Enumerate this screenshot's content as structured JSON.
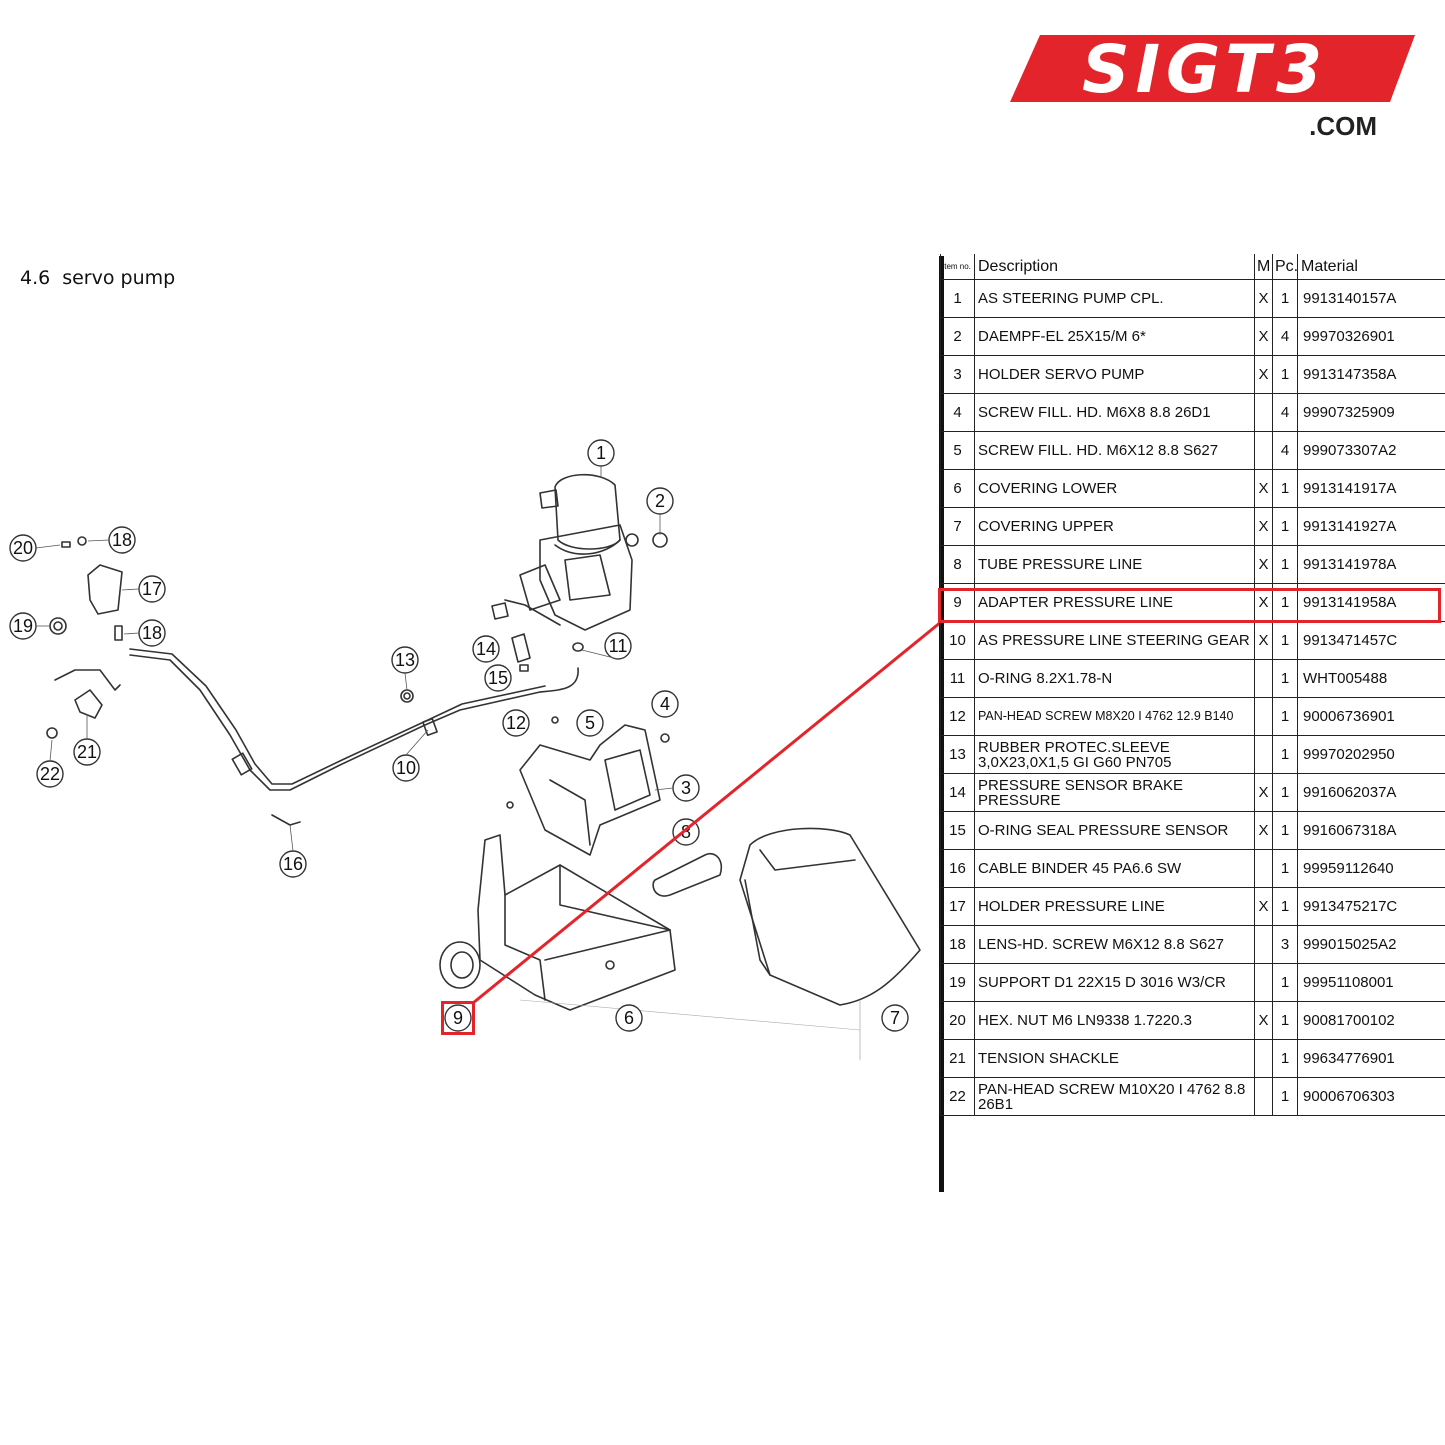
{
  "logo": {
    "text": "SIGT3",
    "suffix": ".COM",
    "color": "#e3252b"
  },
  "section": {
    "number": "4.6",
    "title": "servo pump"
  },
  "table": {
    "headers": {
      "item": "Item no.",
      "description": "Description",
      "m": "M",
      "pc": "Pc.",
      "material": "Material"
    },
    "rows": [
      {
        "item": "1",
        "description": "AS STEERING PUMP CPL.",
        "m": "X",
        "pc": "1",
        "material": "9913140157A"
      },
      {
        "item": "2",
        "description": "DAEMPF-EL 25X15/M 6*",
        "m": "X",
        "pc": "4",
        "material": "99970326901"
      },
      {
        "item": "3",
        "description": "HOLDER SERVO PUMP",
        "m": "X",
        "pc": "1",
        "material": "9913147358A"
      },
      {
        "item": "4",
        "description": "SCREW FILL. HD. M6X8 8.8 26D1",
        "m": "",
        "pc": "4",
        "material": "99907325909"
      },
      {
        "item": "5",
        "description": "SCREW FILL. HD. M6X12 8.8 S627",
        "m": "",
        "pc": "4",
        "material": "999073307A2"
      },
      {
        "item": "6",
        "description": "COVERING LOWER",
        "m": "X",
        "pc": "1",
        "material": "9913141917A"
      },
      {
        "item": "7",
        "description": "COVERING UPPER",
        "m": "X",
        "pc": "1",
        "material": "9913141927A"
      },
      {
        "item": "8",
        "description": "TUBE PRESSURE LINE",
        "m": "X",
        "pc": "1",
        "material": "9913141978A"
      },
      {
        "item": "9",
        "description": "ADAPTER PRESSURE LINE",
        "m": "X",
        "pc": "1",
        "material": "9913141958A"
      },
      {
        "item": "10",
        "description": "AS PRESSURE LINE STEERING GEAR",
        "m": "X",
        "pc": "1",
        "material": "9913471457C"
      },
      {
        "item": "11",
        "description": "O-RING 8.2X1.78-N",
        "m": "",
        "pc": "1",
        "material": "WHT005488"
      },
      {
        "item": "12",
        "description": "PAN-HEAD SCREW M8X20 I 4762 12.9 B140",
        "m": "",
        "pc": "1",
        "material": "90006736901"
      },
      {
        "item": "13",
        "description": "RUBBER PROTEC.SLEEVE 3,0X23,0X1,5 GI G60 PN705",
        "m": "",
        "pc": "1",
        "material": "99970202950"
      },
      {
        "item": "14",
        "description": "PRESSURE SENSOR BRAKE PRESSURE",
        "m": "X",
        "pc": "1",
        "material": "9916062037A"
      },
      {
        "item": "15",
        "description": "O-RING SEAL PRESSURE SENSOR",
        "m": "X",
        "pc": "1",
        "material": "9916067318A"
      },
      {
        "item": "16",
        "description": "CABLE BINDER 45 PA6.6 SW",
        "m": "",
        "pc": "1",
        "material": "99959112640"
      },
      {
        "item": "17",
        "description": "HOLDER PRESSURE LINE",
        "m": "X",
        "pc": "1",
        "material": "9913475217C"
      },
      {
        "item": "18",
        "description": "LENS-HD. SCREW M6X12 8.8 S627",
        "m": "",
        "pc": "3",
        "material": "999015025A2"
      },
      {
        "item": "19",
        "description": "SUPPORT D1 22X15 D 3016 W3/CR",
        "m": "",
        "pc": "1",
        "material": "99951108001"
      },
      {
        "item": "20",
        "description": "HEX. NUT M6 LN9338 1.7220.3",
        "m": "X",
        "pc": "1",
        "material": "90081700102"
      },
      {
        "item": "21",
        "description": "TENSION SHACKLE",
        "m": "",
        "pc": "1",
        "material": "99634776901"
      },
      {
        "item": "22",
        "description": "PAN-HEAD SCREW M10X20 I 4762 8.8 26B1",
        "m": "",
        "pc": "1",
        "material": "90006706303"
      }
    ]
  },
  "highlight": {
    "item": "9",
    "color": "#e3252b"
  },
  "callouts": [
    "1",
    "2",
    "3",
    "4",
    "5",
    "6",
    "7",
    "8",
    "9",
    "10",
    "11",
    "12",
    "13",
    "14",
    "15",
    "16",
    "17",
    "18",
    "18",
    "19",
    "20",
    "21",
    "22"
  ]
}
